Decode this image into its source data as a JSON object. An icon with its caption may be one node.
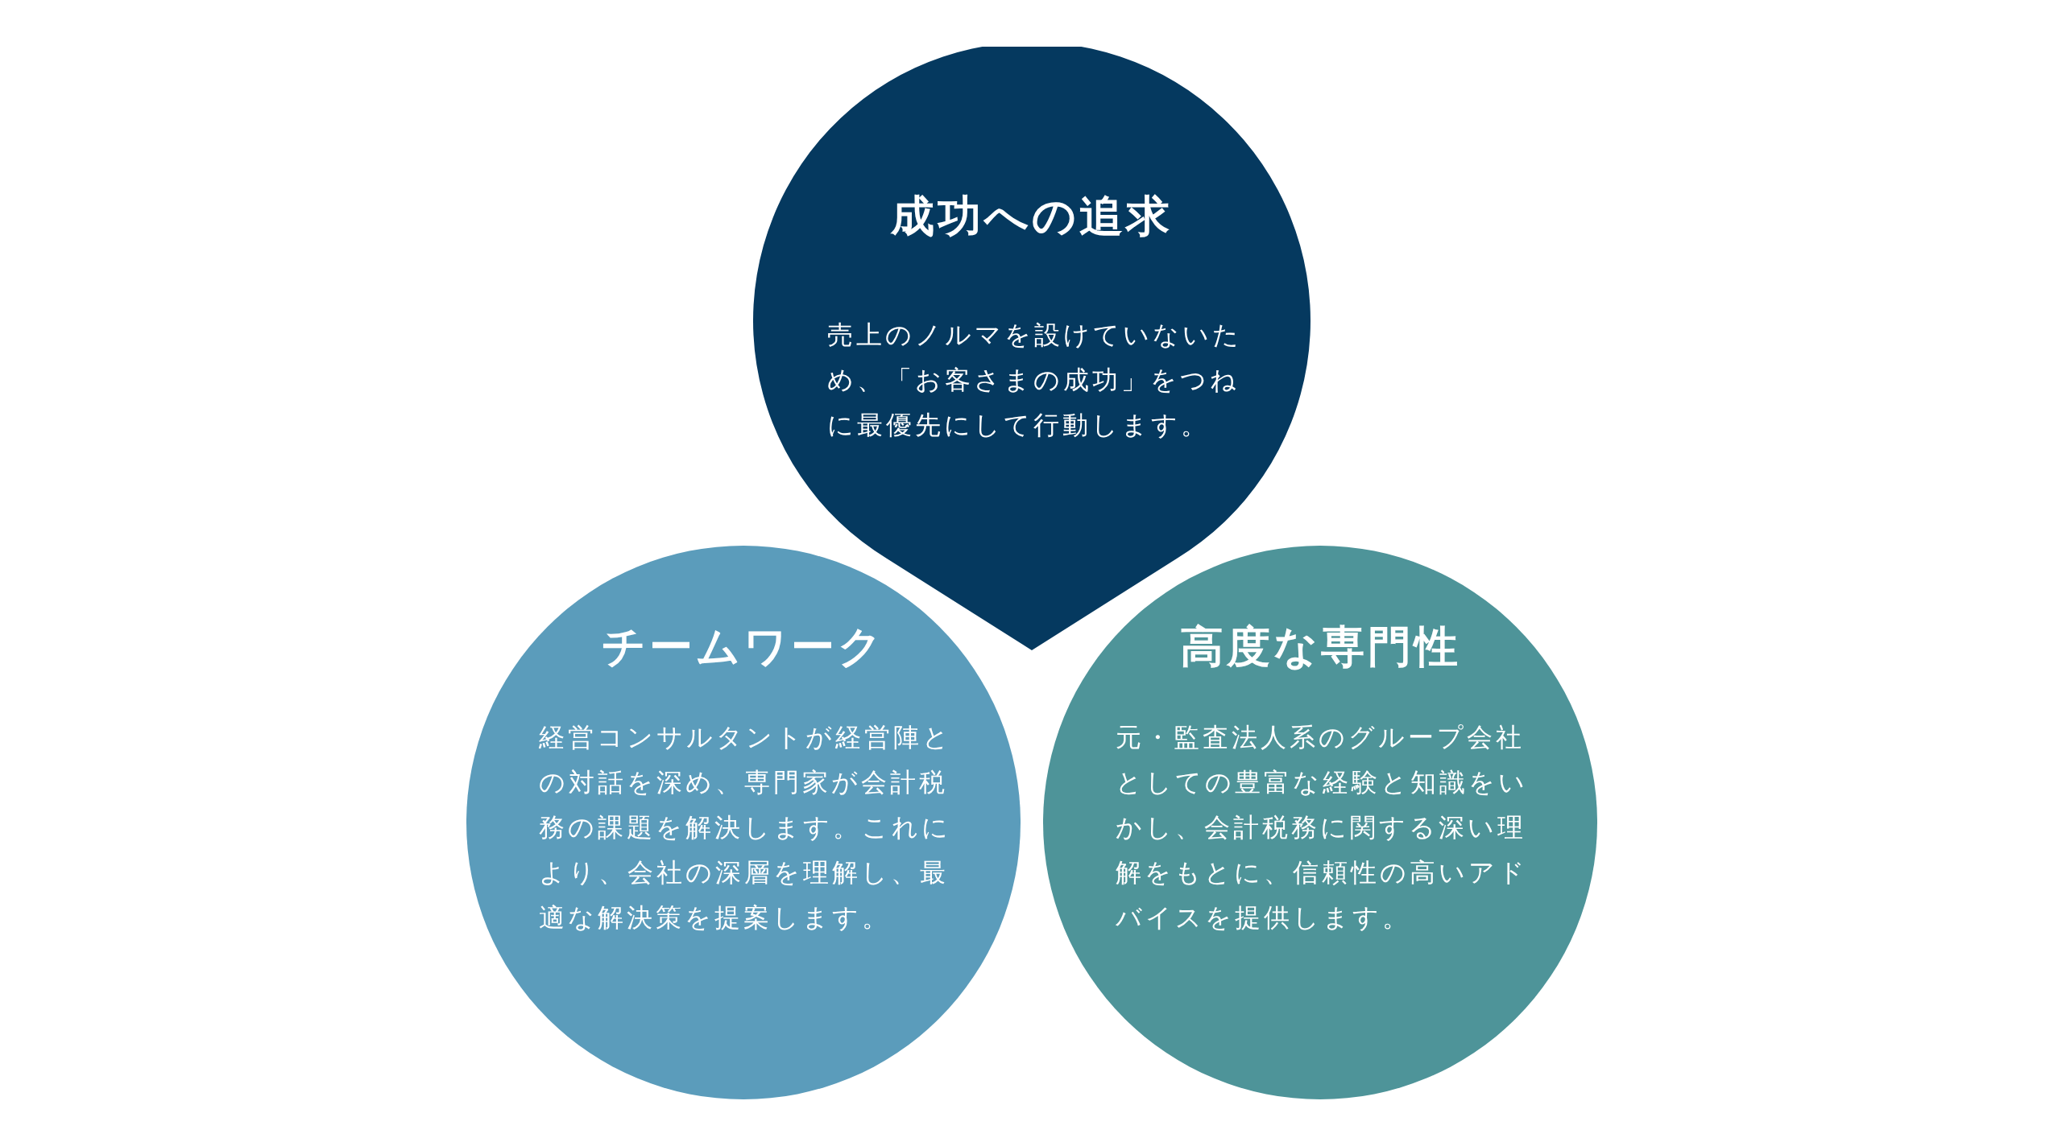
{
  "diagram": {
    "nodes": [
      {
        "text": [
          "成功への追求",
          "売上のノルマを設けていないため、「お客さまの成功」をつねに最優先にして行動します。"
        ]
      },
      {
        "text": [
          "チームワーク",
          "経営コンサルタントが経営陣との対話を深め、専門家が会計税務の課題を解決します。これにより、会社の深層を理解し、最適な解決策を提案します。"
        ]
      },
      {
        "text": [
          "高度な専門性",
          "元・監査法人系のグループ会社としての豊富な経験と知識をいかし、会計税務に関する深い理解をもとに、信頼性の高いアドバイスを提供します。"
        ]
      }
    ],
    "edges": []
  }
}
